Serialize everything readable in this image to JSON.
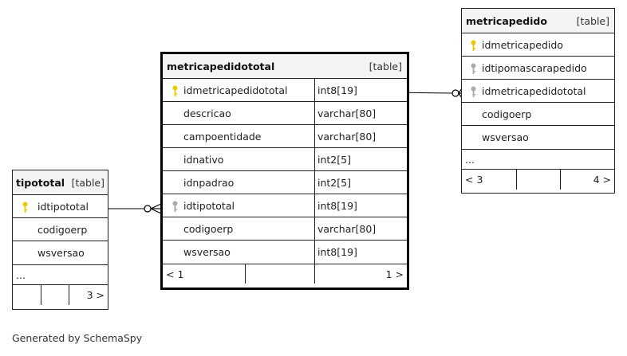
{
  "tables": {
    "metricapedidototal": {
      "name": "metricapedidototal",
      "kind": "[table]",
      "columns": [
        {
          "name": "idmetricapedidototal",
          "type": "int8[19]",
          "key": "primary"
        },
        {
          "name": "descricao",
          "type": "varchar[80]",
          "key": "none"
        },
        {
          "name": "campoentidade",
          "type": "varchar[80]",
          "key": "none"
        },
        {
          "name": "idnativo",
          "type": "int2[5]",
          "key": "none"
        },
        {
          "name": "idnpadrao",
          "type": "int2[5]",
          "key": "none"
        },
        {
          "name": "idtipototal",
          "type": "int8[19]",
          "key": "foreign"
        },
        {
          "name": "codigoerp",
          "type": "varchar[80]",
          "key": "none"
        },
        {
          "name": "wsversao",
          "type": "int8[19]",
          "key": "none"
        }
      ],
      "footer": {
        "left": "< 1",
        "right": "1 >"
      }
    },
    "metricapedido": {
      "name": "metricapedido",
      "kind": "[table]",
      "columns": [
        {
          "name": "idmetricapedido",
          "key": "primary"
        },
        {
          "name": "idtipomascarapedido",
          "key": "foreign"
        },
        {
          "name": "idmetricapedidototal",
          "key": "foreign"
        },
        {
          "name": "codigoerp",
          "key": "none"
        },
        {
          "name": "wsversao",
          "key": "none"
        }
      ],
      "ellipsis": "...",
      "footer": {
        "left": "< 3",
        "right": "4 >"
      }
    },
    "tipototal": {
      "name": "tipototal",
      "kind": "[table]",
      "columns": [
        {
          "name": "idtipototal",
          "key": "primary"
        },
        {
          "name": "codigoerp",
          "key": "none"
        },
        {
          "name": "wsversao",
          "key": "none"
        }
      ],
      "ellipsis": "...",
      "footer": {
        "right": "3 >"
      }
    }
  },
  "colors": {
    "primary_key": "#e8c800",
    "foreign_key": "#aaaaaa",
    "border": "#222222"
  },
  "footer_text": "Generated by SchemaSpy"
}
